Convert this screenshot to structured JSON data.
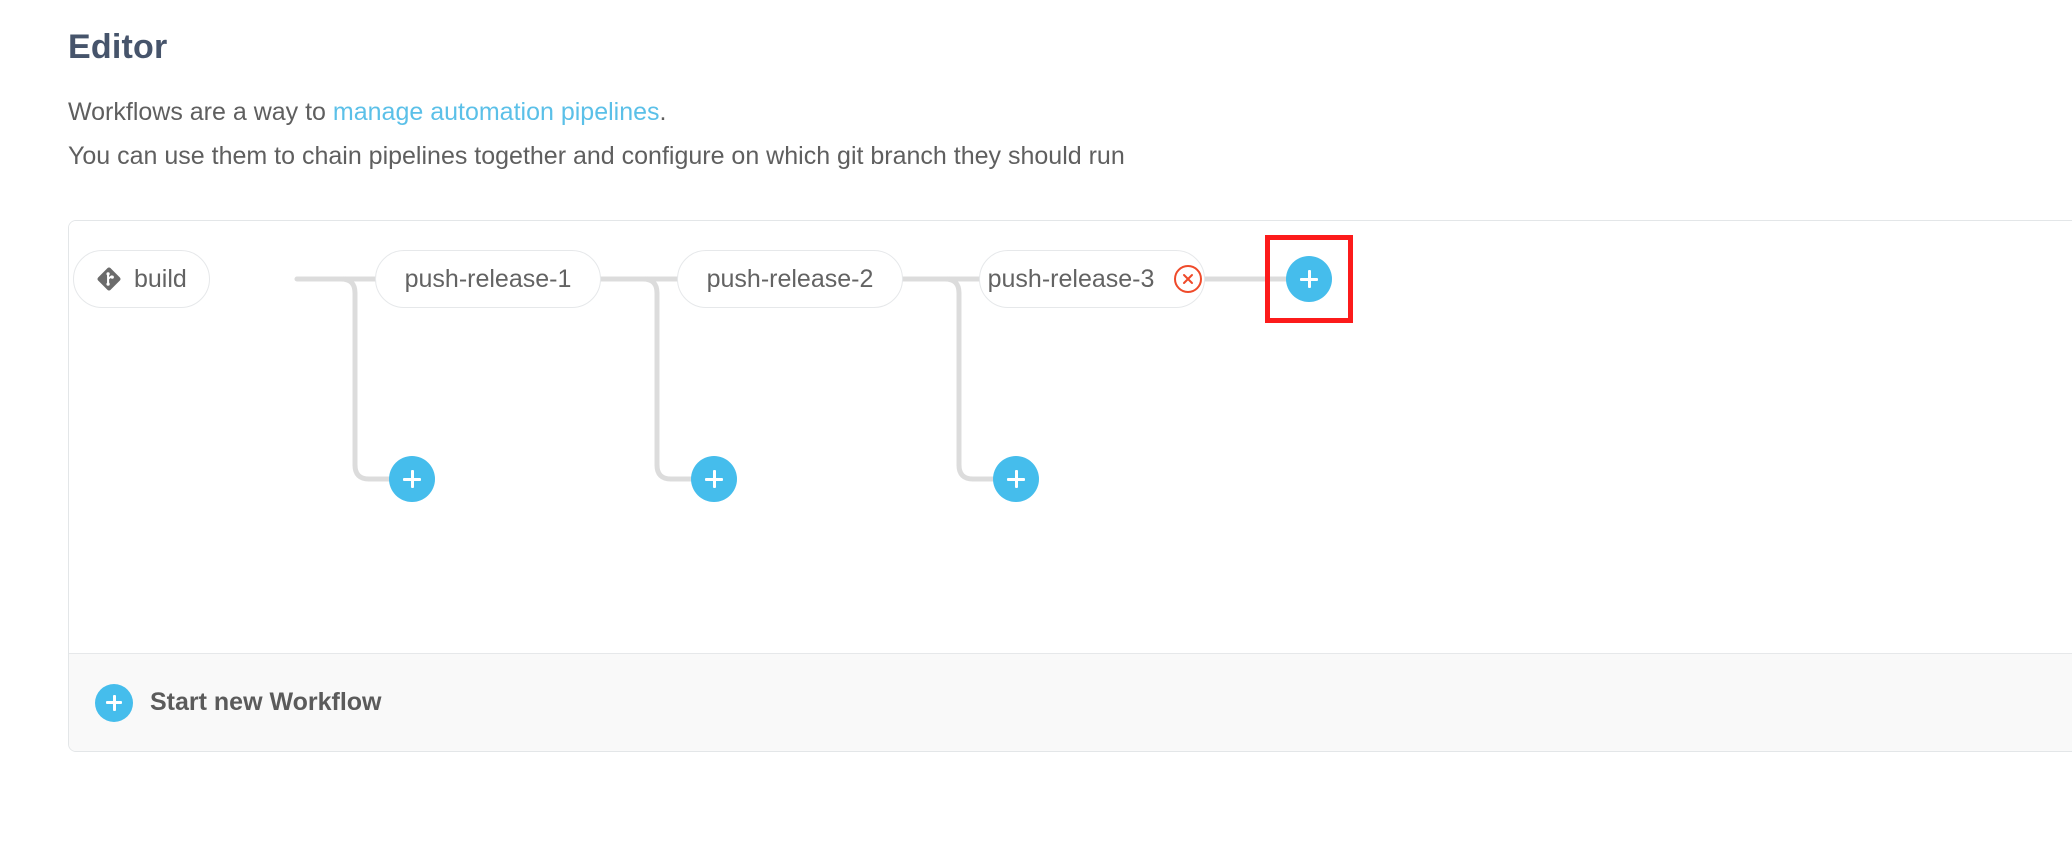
{
  "header": {
    "title": "Editor",
    "description_line_1_prefix": "Workflows are a way to ",
    "description_link": "manage automation pipelines",
    "description_line_1_suffix": ".",
    "description_line_2": "You can use them to chain pipelines together and configure on which git branch they should run"
  },
  "colors": {
    "accent_blue": "#45bdec",
    "link_blue": "#5bc0e8",
    "title_slate": "#46546b",
    "body_gray": "#5f5f5f",
    "node_border": "#e6e8ea",
    "connector_gray": "#dcdcdc",
    "remove_red": "#ef4a2a",
    "highlight_red": "#fc1b1b",
    "footer_bg": "#f9f9f9"
  },
  "workflow": {
    "nodes": [
      {
        "label": "build",
        "icon": "git-icon",
        "has_remove": false
      },
      {
        "label": "push-release-1",
        "icon": null,
        "has_remove": false
      },
      {
        "label": "push-release-2",
        "icon": null,
        "has_remove": false
      },
      {
        "label": "push-release-3",
        "icon": null,
        "has_remove": true
      }
    ],
    "add_buttons": [
      {
        "name": "add-node-end",
        "glyph": "+",
        "highlighted": true
      },
      {
        "name": "add-branch-1",
        "glyph": "+",
        "highlighted": false
      },
      {
        "name": "add-branch-2",
        "glyph": "+",
        "highlighted": false
      },
      {
        "name": "add-branch-3",
        "glyph": "+",
        "highlighted": false
      }
    ],
    "remove_glyph": "x"
  },
  "footer": {
    "add_glyph": "+",
    "label": "Start new Workflow"
  }
}
